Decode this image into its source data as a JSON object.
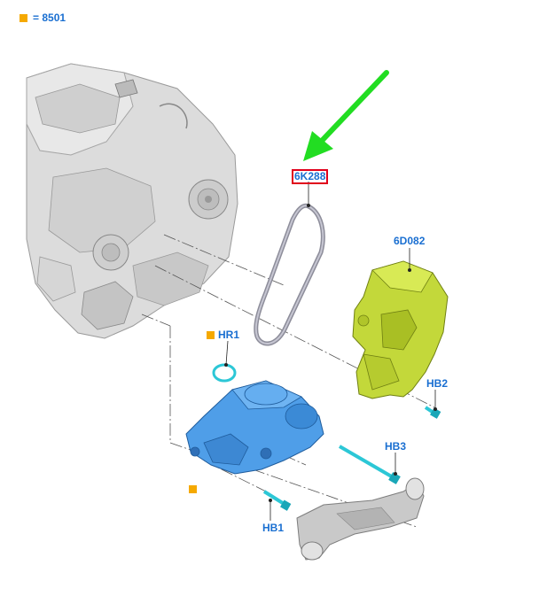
{
  "legend": {
    "marker_color": "#f5a900",
    "text": "= 8501"
  },
  "callouts": {
    "belt": "6K288",
    "cover": "6D082",
    "seal": "HR1",
    "bolt_cover": "HB2",
    "bolt_pump_long": "HB3",
    "bolt_pump_short": "HB1"
  },
  "colors": {
    "label_blue": "#1a6fd1",
    "highlight_red": "#e0001b",
    "arrow_green": "#22dd22",
    "cover_green": "#c3d83a",
    "pump_blue": "#4f9ee8",
    "fastener_cyan": "#2cc7d6",
    "engine_gray": "#d4d4d4"
  },
  "icons": {
    "pointer": "arrow-icon",
    "marker": "square-marker-icon"
  }
}
